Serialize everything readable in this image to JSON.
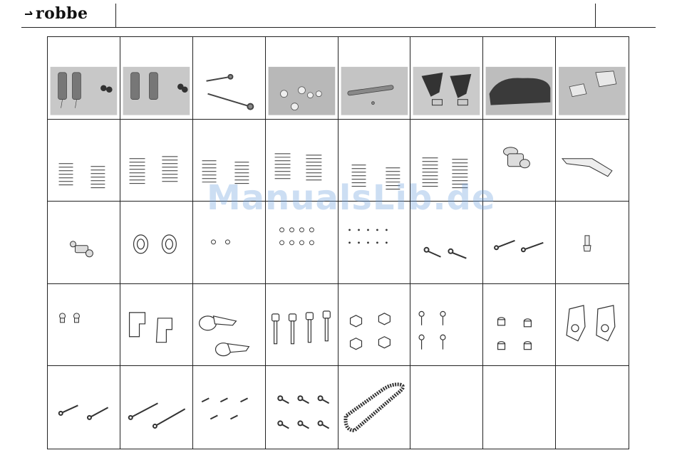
{
  "brand": {
    "logo_text": "robbe"
  },
  "watermark": "ManualsLib.de",
  "parts_grid": {
    "rows": 5,
    "columns": 8,
    "cells": [
      {
        "item": "shock-absorber-set-photo"
      },
      {
        "item": "shock-absorber-set-photo"
      },
      {
        "item": "drive-shaft-set-photo"
      },
      {
        "item": "hardware-set-photo"
      },
      {
        "item": "steering-linkage-photo"
      },
      {
        "item": "wing-mount-photo"
      },
      {
        "item": "bumper-foam-photo"
      },
      {
        "item": "hub-carrier-set-photo"
      },
      {
        "item": "shock-springs"
      },
      {
        "item": "shock-springs"
      },
      {
        "item": "shock-springs"
      },
      {
        "item": "shock-springs"
      },
      {
        "item": "shock-springs"
      },
      {
        "item": "shock-springs"
      },
      {
        "item": "slipper-adapter"
      },
      {
        "item": "bumper-plate"
      },
      {
        "item": "ball-stud"
      },
      {
        "item": "washers"
      },
      {
        "item": "nuts"
      },
      {
        "item": "small-rings"
      },
      {
        "item": "small-balls"
      },
      {
        "item": "screws"
      },
      {
        "item": "hinge-pins"
      },
      {
        "item": "post"
      },
      {
        "item": "ball-ends"
      },
      {
        "item": "c-hubs"
      },
      {
        "item": "steering-knuckles"
      },
      {
        "item": "shouldered-screws"
      },
      {
        "item": "lock-nuts"
      },
      {
        "item": "set-screws"
      },
      {
        "item": "bushings"
      },
      {
        "item": "rear-hub-carriers"
      },
      {
        "item": "long-hinge-pins"
      },
      {
        "item": "long-hinge-pins"
      },
      {
        "item": "short-pins"
      },
      {
        "item": "cap-screws"
      },
      {
        "item": "drive-belt"
      },
      {
        "item": "empty"
      },
      {
        "item": "empty"
      },
      {
        "item": "empty"
      }
    ]
  }
}
